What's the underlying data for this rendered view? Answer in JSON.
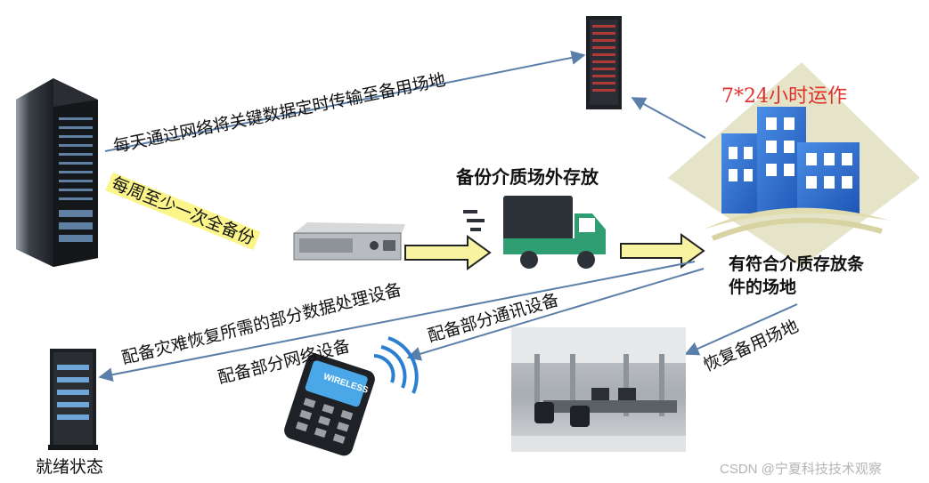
{
  "labels": {
    "daily_transfer": "每天通过网络将关键数据定时传输至备用场地",
    "weekly_backup": "每周至少一次全备份",
    "offsite_storage": "备份介质场外存放",
    "operation_24x7": "7*24小时运作",
    "site_conditions": "有符合介质存放条件的场地",
    "processing_equipment": "配备灾难恢复所需的部分数据处理设备",
    "network_equipment": "配备部分网络设备",
    "comm_equipment": "配备部分通讯设备",
    "restore_site": "恢复备用场地",
    "ready_state": "就绪状态",
    "wireless": "WIRELESS",
    "watermark": "CSDN @宁夏科技技术观察"
  },
  "colors": {
    "arrow_line": "#5a7fa8",
    "highlight": "#fbf58a",
    "truck": "#2f9e73",
    "accent_red": "#e0302a"
  }
}
